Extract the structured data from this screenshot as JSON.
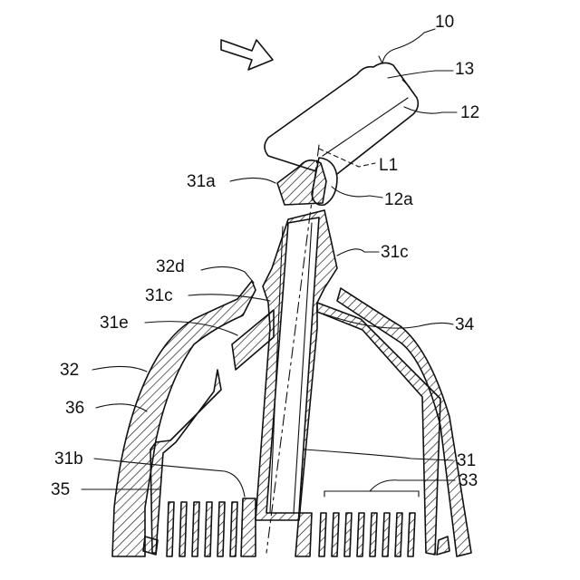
{
  "labels": {
    "l10": "10",
    "l13": "13",
    "l12": "12",
    "l31a": "31a",
    "lL1": "L1",
    "l12a": "12a",
    "l31c_upper": "31c",
    "l32d": "32d",
    "l31c_lower": "31c",
    "l31e": "31e",
    "l34": "34",
    "l32": "32",
    "l36": "36",
    "l31b": "31b",
    "l31": "31",
    "l35": "35",
    "l33": "33"
  },
  "colors": {
    "line": "#111111",
    "background": "#ffffff"
  },
  "icons": {
    "direction_arrow": "hollow-arrow-icon"
  }
}
